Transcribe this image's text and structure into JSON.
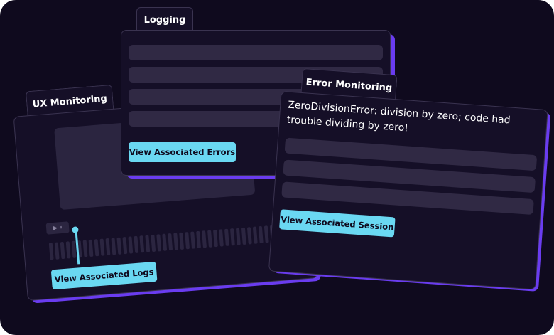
{
  "ux_monitoring": {
    "title": "UX Monitoring",
    "player_icon": "play-pause-icon",
    "player_glyph": "▶ ⏸",
    "button_label": "View Associated Logs"
  },
  "logging": {
    "title": "Logging",
    "button_label": "View Associated Errors"
  },
  "error_monitoring": {
    "title": "Error Monitoring",
    "message": "ZeroDivisionError: division by zero; code had trouble dividing by zero!",
    "button_label": "View Associated Session"
  },
  "colors": {
    "background": "#0f0a1e",
    "panel": "#150f27",
    "placeholder": "#302944",
    "accent_button": "#6ad8f2",
    "shadow": "#6a3cf0"
  }
}
